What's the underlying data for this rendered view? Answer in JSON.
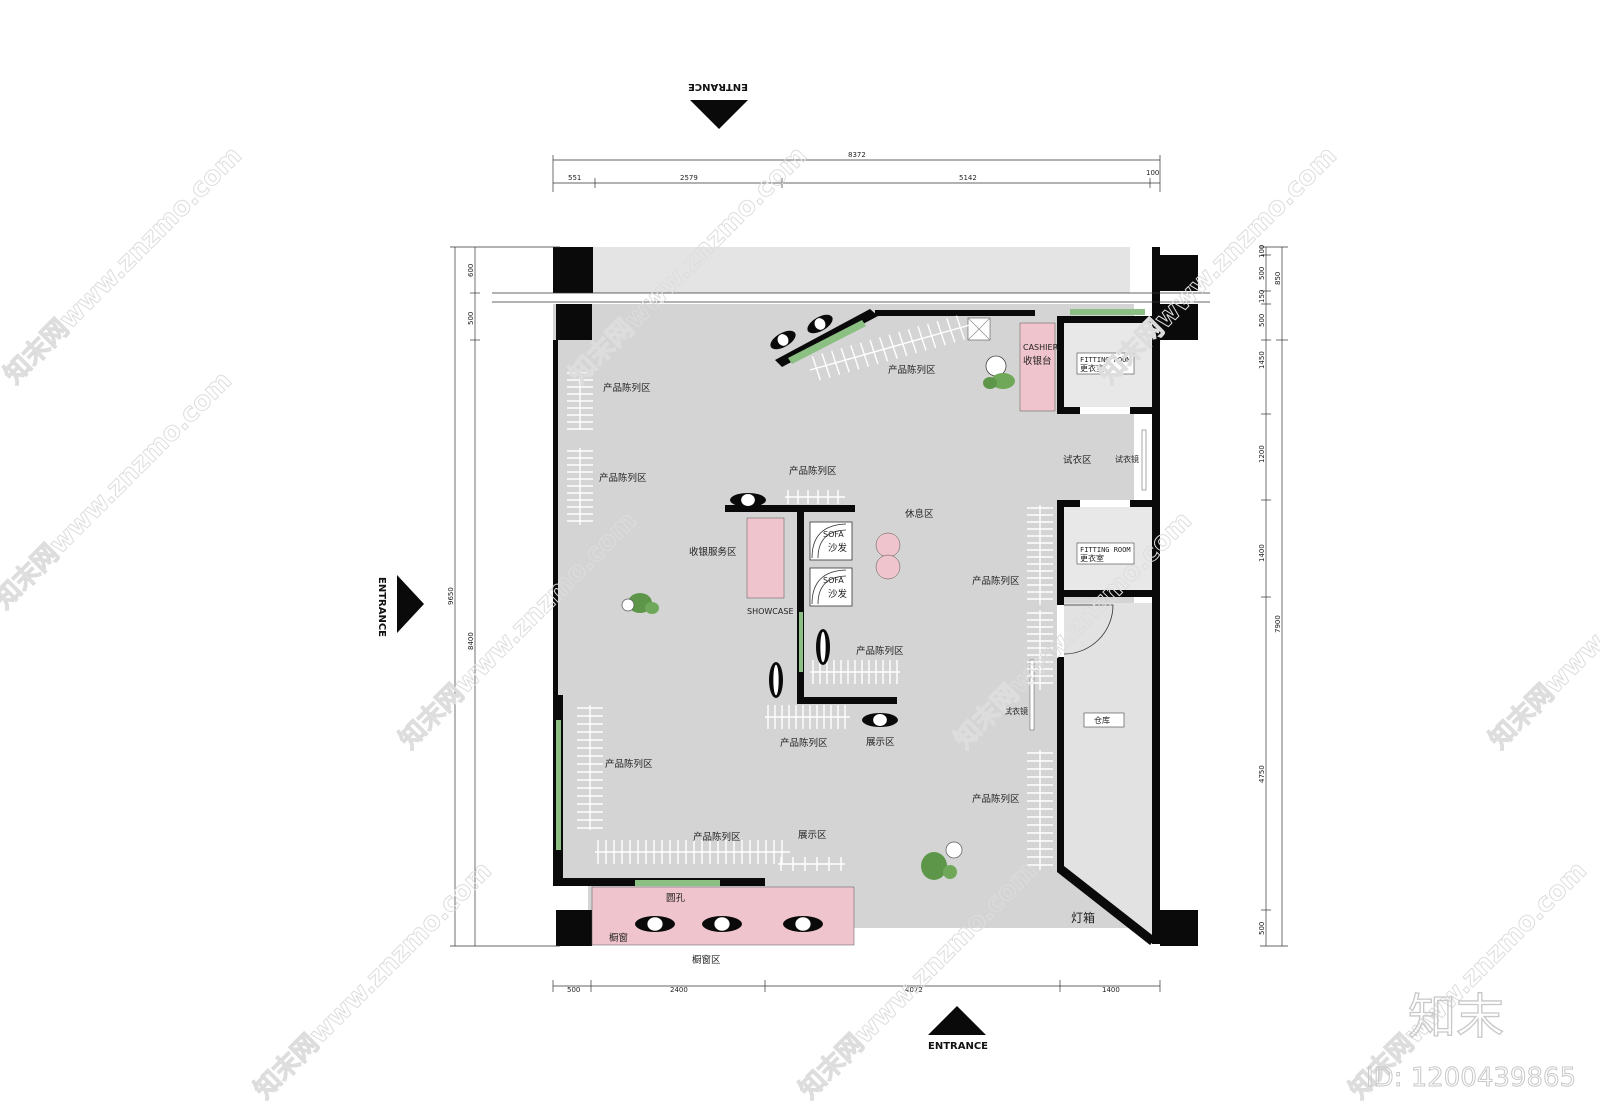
{
  "colors": {
    "floor": "#d4d4d4",
    "wall": "#0a0a0a",
    "green": "#8cc083",
    "pink": "#f0c4cc",
    "storage": "#e2e2e2",
    "rack": "#ffffff",
    "watermark": "#dddddd"
  },
  "entrances": {
    "top": "ENTRANCE",
    "left": "ENTRANCE",
    "bottom": "ENTRANCE"
  },
  "dimensions": {
    "top_total": "8372",
    "top_segments": [
      "551",
      "2579",
      "5142",
      "100"
    ],
    "bottom_segments": [
      "500",
      "2400",
      "4072",
      "1400"
    ],
    "left_outer": "9650",
    "left_parts": [
      "600",
      "500",
      "8400"
    ],
    "right_inner": [
      "100",
      "500",
      "150",
      "500",
      "1450",
      "1200",
      "1400",
      "4750",
      "500"
    ],
    "right_outer": [
      "850",
      "7900"
    ]
  },
  "zones": {
    "product_display": "产品陈列区",
    "cashier_en": "CASHIER",
    "cashier_cn": "收银台",
    "fitting_room_en": "FITTING ROOM",
    "fitting_room_cn": "更衣室",
    "fitting_area": "试衣区",
    "fitting_mirror": "试衣镜",
    "rest_area": "休息区",
    "cashier_service": "收银服务区",
    "showcase": "SHOWCASE",
    "sofa_en": "SOFA",
    "sofa_cn": "沙发",
    "display_area": "展示区",
    "storage": "仓库",
    "lightbox": "灯箱",
    "round_hole": "圆孔",
    "window": "橱窗",
    "window_area": "橱窗区"
  },
  "watermark": {
    "site": "知末网www.znzmo.com",
    "brand": "知末",
    "id": "ID: 1200439865"
  }
}
